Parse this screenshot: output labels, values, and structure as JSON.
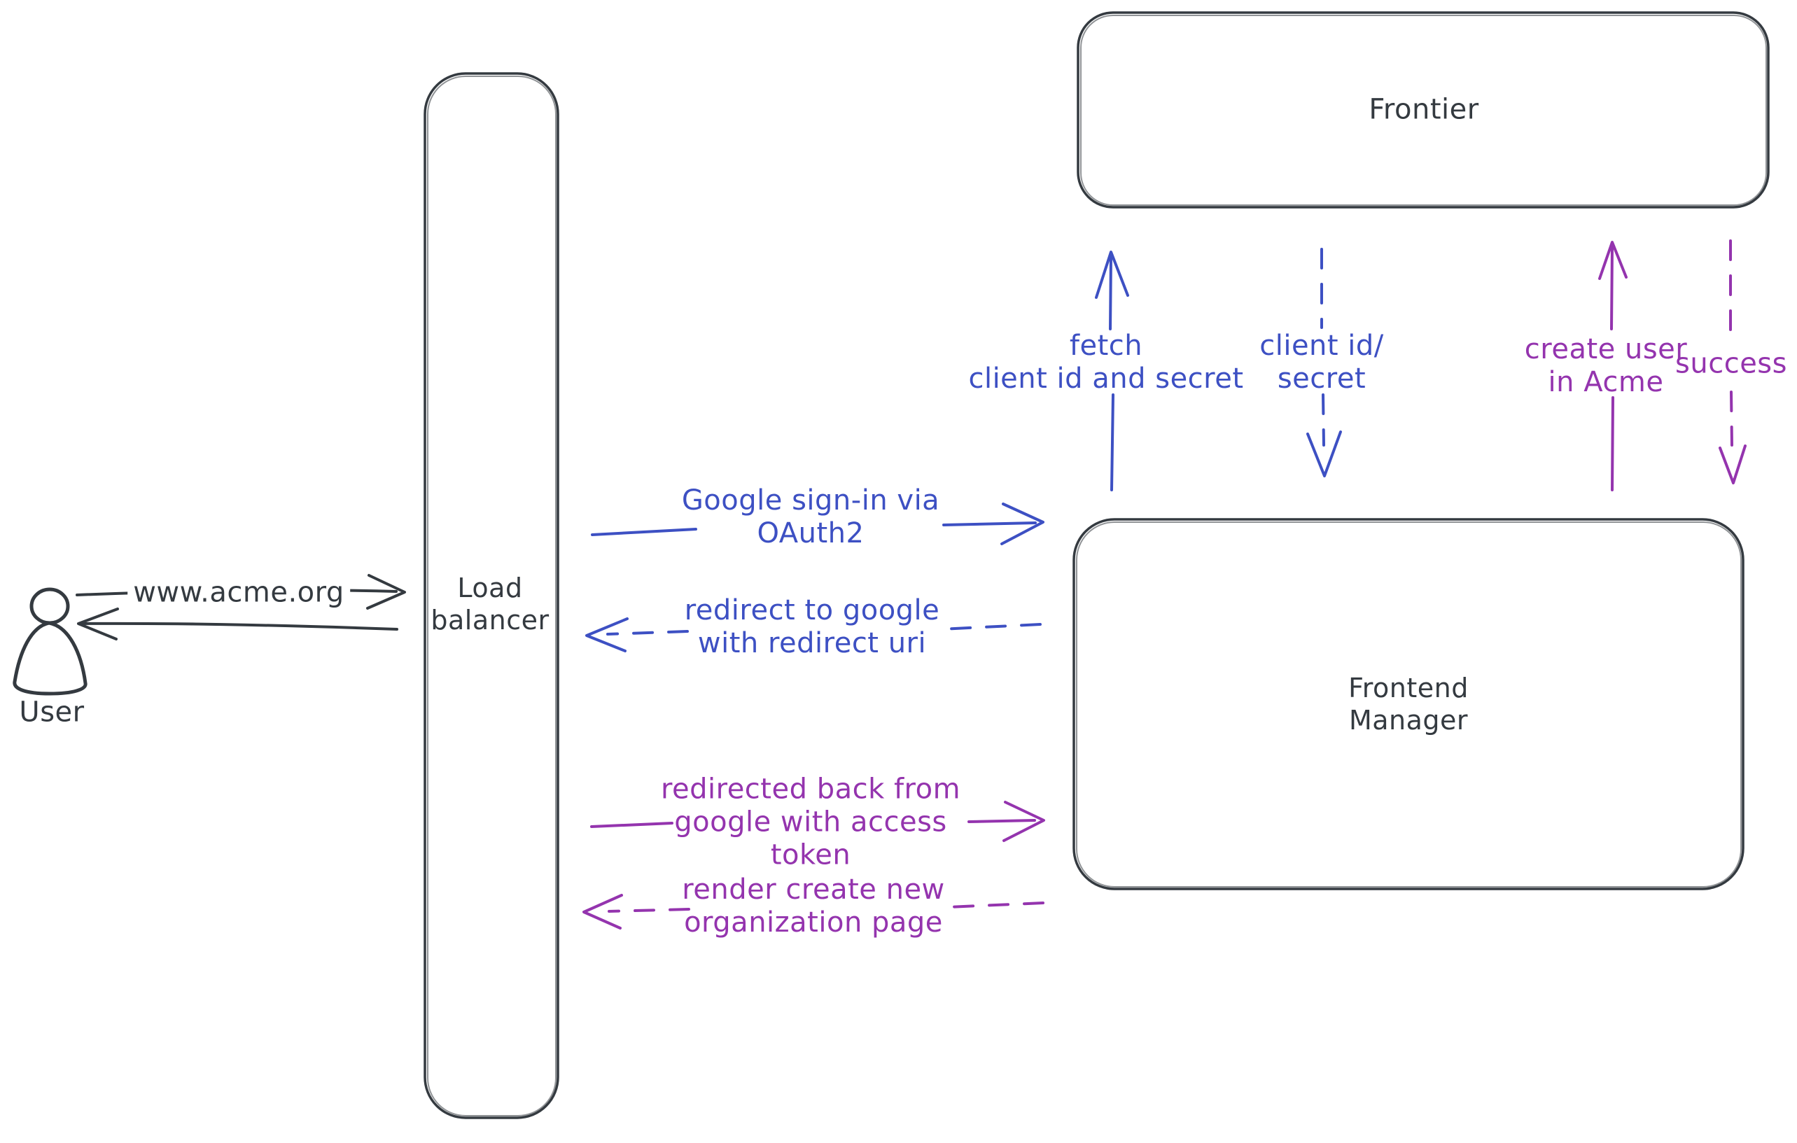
{
  "colors": {
    "ink": "#343a40",
    "blue": "#3d50c3",
    "purple": "#9434ae",
    "hatch": "#ccd6de"
  },
  "nodes": {
    "user": {
      "label": "User"
    },
    "load_balancer": {
      "line1": "Load",
      "line2": "balancer"
    },
    "frontier": {
      "label": "Frontier"
    },
    "frontend_manager": {
      "line1": "Frontend",
      "line2": "Manager"
    }
  },
  "messages": {
    "www": {
      "label": "www.acme.org",
      "style": "solid",
      "color": "ink",
      "direction": "right"
    },
    "google_signin": {
      "line1": "Google sign-in via",
      "line2": "OAuth2",
      "style": "solid",
      "color": "blue",
      "direction": "right"
    },
    "redirect_google": {
      "line1": "redirect to google",
      "line2": "with redirect uri",
      "style": "dashed",
      "color": "blue",
      "direction": "left"
    },
    "redirected_back": {
      "line1": "redirected back from",
      "line2": "google with access",
      "line3": "token",
      "style": "solid",
      "color": "purple",
      "direction": "right"
    },
    "render_page": {
      "line1": "render create new",
      "line2": "organization page",
      "style": "dashed",
      "color": "purple",
      "direction": "left"
    },
    "fetch_secret": {
      "line1": "fetch",
      "line2": "client id and secret",
      "style": "solid",
      "color": "blue",
      "direction": "up"
    },
    "client_secret": {
      "line1": "client id/",
      "line2": "secret",
      "style": "dashed",
      "color": "blue",
      "direction": "down"
    },
    "create_user": {
      "line1": "create user",
      "line2": "in Acme",
      "style": "solid",
      "color": "purple",
      "direction": "up"
    },
    "success": {
      "label": "success",
      "style": "dashed",
      "color": "purple",
      "direction": "down"
    }
  }
}
